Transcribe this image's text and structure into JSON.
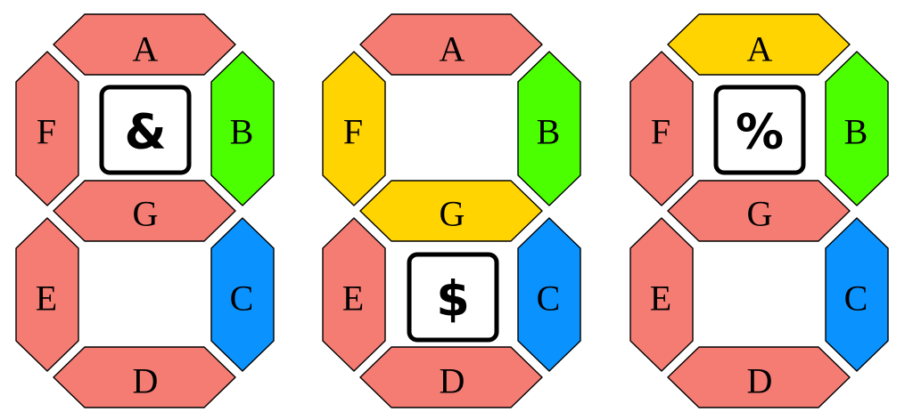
{
  "palette": {
    "red": "#F47C73",
    "green": "#4CFF00",
    "blue": "#0A93FF",
    "yellow": "#FFD400",
    "outline": "#000000",
    "box_fill": "#FFFFFF"
  },
  "digits": [
    {
      "segments": {
        "A": {
          "label": "A",
          "color": "red"
        },
        "B": {
          "label": "B",
          "color": "green"
        },
        "C": {
          "label": "C",
          "color": "blue"
        },
        "D": {
          "label": "D",
          "color": "red"
        },
        "E": {
          "label": "E",
          "color": "red"
        },
        "F": {
          "label": "F",
          "color": "red"
        },
        "G": {
          "label": "G",
          "color": "red"
        }
      },
      "symbol": {
        "text": "&",
        "position": "upper"
      }
    },
    {
      "segments": {
        "A": {
          "label": "A",
          "color": "red"
        },
        "B": {
          "label": "B",
          "color": "green"
        },
        "C": {
          "label": "C",
          "color": "blue"
        },
        "D": {
          "label": "D",
          "color": "red"
        },
        "E": {
          "label": "E",
          "color": "red"
        },
        "F": {
          "label": "F",
          "color": "yellow"
        },
        "G": {
          "label": "G",
          "color": "yellow"
        }
      },
      "symbol": {
        "text": "$",
        "position": "lower"
      }
    },
    {
      "segments": {
        "A": {
          "label": "A",
          "color": "yellow"
        },
        "B": {
          "label": "B",
          "color": "green"
        },
        "C": {
          "label": "C",
          "color": "blue"
        },
        "D": {
          "label": "D",
          "color": "red"
        },
        "E": {
          "label": "E",
          "color": "red"
        },
        "F": {
          "label": "F",
          "color": "red"
        },
        "G": {
          "label": "G",
          "color": "red"
        }
      },
      "symbol": {
        "text": "%",
        "position": "upper"
      }
    }
  ]
}
